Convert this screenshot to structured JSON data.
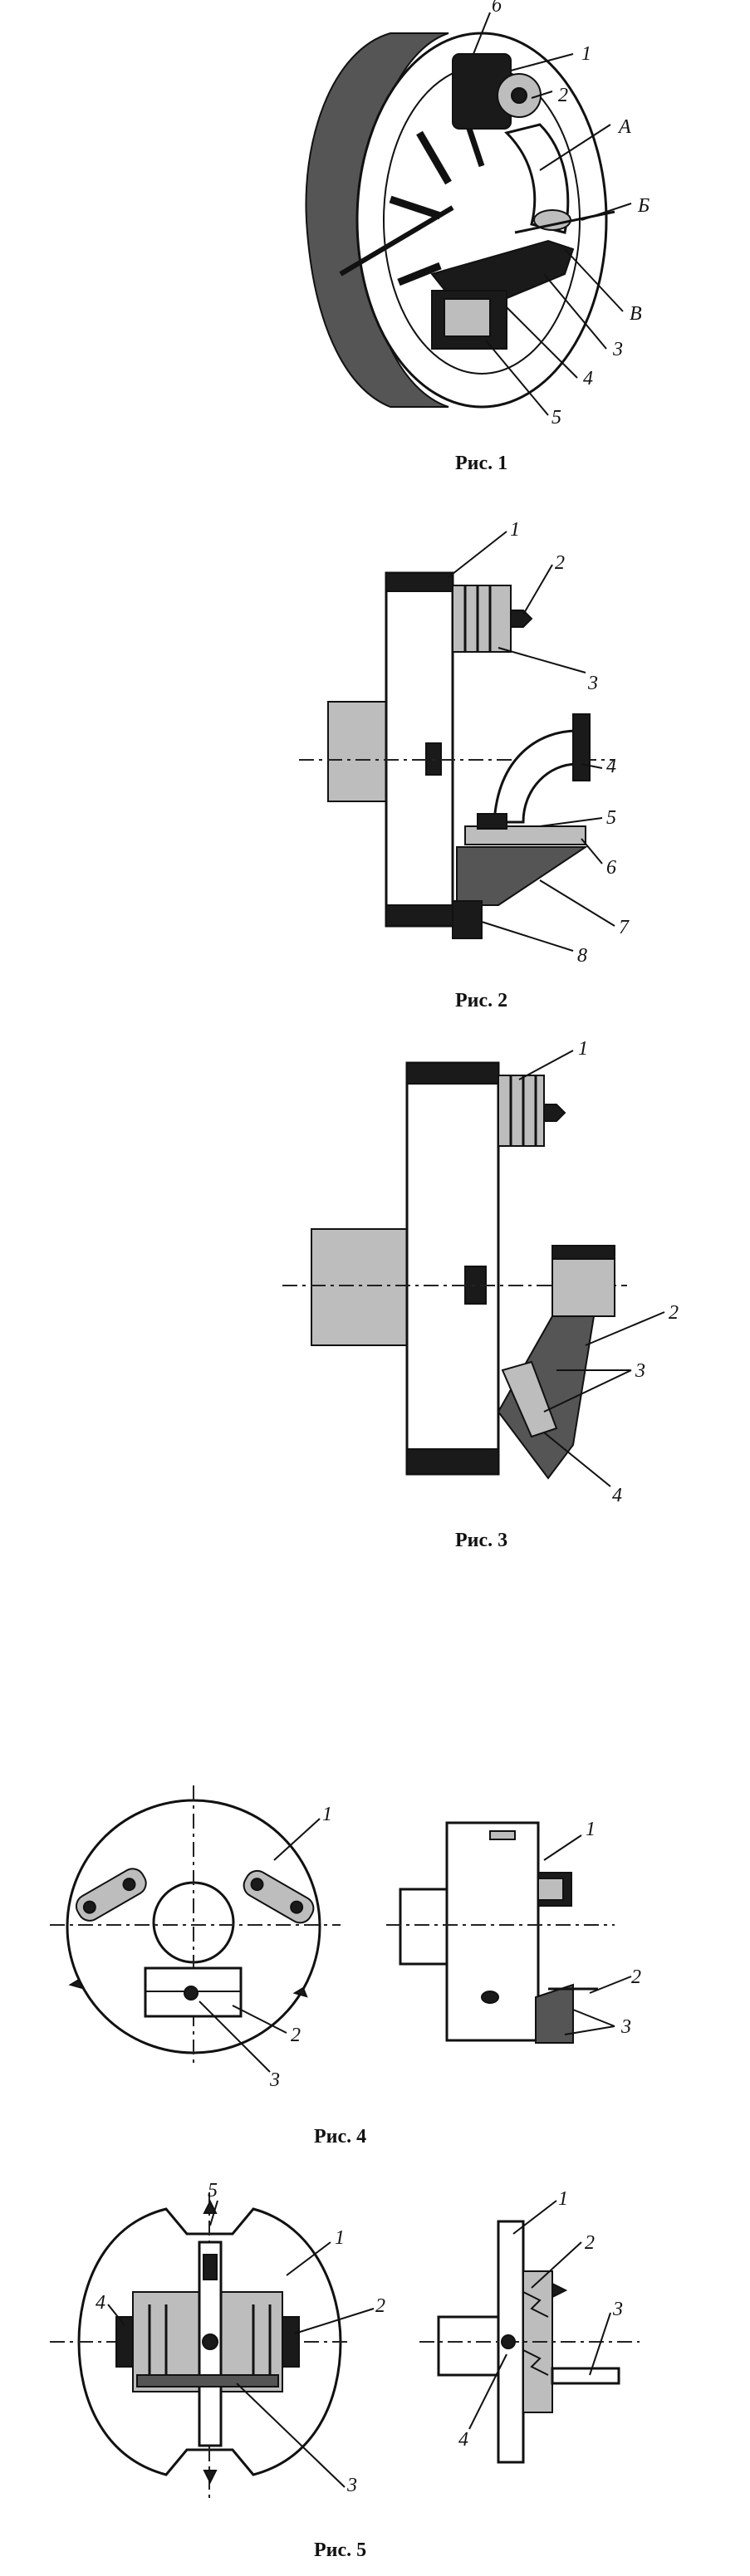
{
  "figures": [
    {
      "id": "fig1",
      "caption": "Рис. 1",
      "labels": [
        "б",
        "1",
        "2",
        "А",
        "Б",
        "В",
        "3",
        "4",
        "5"
      ]
    },
    {
      "id": "fig2",
      "caption": "Рис. 2",
      "labels": [
        "1",
        "2",
        "3",
        "4",
        "5",
        "6",
        "7",
        "8"
      ]
    },
    {
      "id": "fig3",
      "caption": "Рис. 3",
      "labels": [
        "1",
        "2",
        "3",
        "4"
      ]
    },
    {
      "id": "fig4",
      "caption": "Рис. 4",
      "labels": [
        "1",
        "2",
        "3",
        "1",
        "2",
        "3"
      ]
    },
    {
      "id": "fig5",
      "caption": "Рис. 5",
      "labels": [
        "5",
        "1",
        "2",
        "4",
        "3",
        "1",
        "2",
        "3",
        "4"
      ]
    }
  ]
}
